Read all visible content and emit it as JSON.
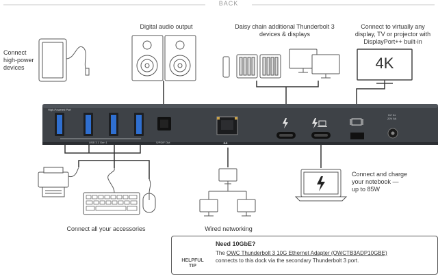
{
  "header": {
    "title": "BACK"
  },
  "callouts": {
    "high_power": "Connect\nhigh-power\ndevices",
    "digital_audio": "Digital audio output",
    "daisy_chain": "Daisy chain additional Thunderbolt 3\ndevices & displays",
    "display": "Connect to virtually any\ndisplay, TV or projector with\nDisplayPort++ built-in",
    "accessories": "Connect all your accessories",
    "wired_networking": "Wired networking",
    "notebook": "Connect and charge\nyour notebook —\nup to 85W"
  },
  "monitor_4k": {
    "text": "4K"
  },
  "dock_labels": {
    "high_powered_port": "High-Powered Port",
    "usb": "USB 3.1 Gen 1",
    "spdif": "S/PDIF Out",
    "dc_in": "DC IN\n20V 9A"
  },
  "helpful_tip": {
    "badge": "HELPFUL\nTIP",
    "heading": "Need 10GbE?",
    "body_prefix": "The ",
    "link": "OWC Thunderbolt 3 10G Ethernet Adapter (OWCTB3ADP10GBE)",
    "body_suffix": "connects to this dock via the secondary Thunderbolt 3 port."
  },
  "colors": {
    "dock": "#3e4247",
    "usb_blue": "#2f6fd0",
    "tip_bulb": "#f3c21a"
  }
}
